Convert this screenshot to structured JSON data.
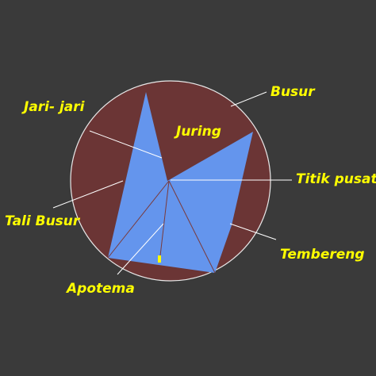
{
  "labels": {
    "busur": "Busur",
    "jari_jari": "Jari- jari",
    "juring": "Juring",
    "titik_pusat": "Titik pusat",
    "tali_busur": "Tali Busur",
    "tembereng": "Tembereng",
    "apotema": "Apotema"
  },
  "colors": {
    "background": "#3a3a3a",
    "circle_fill": "#6b3535",
    "circle_stroke": "#e8e8e8",
    "shape_fill": "#6495ed",
    "label_color": "#ffff00",
    "marker_color": "#ffff00",
    "line_color": "#ffffff"
  }
}
